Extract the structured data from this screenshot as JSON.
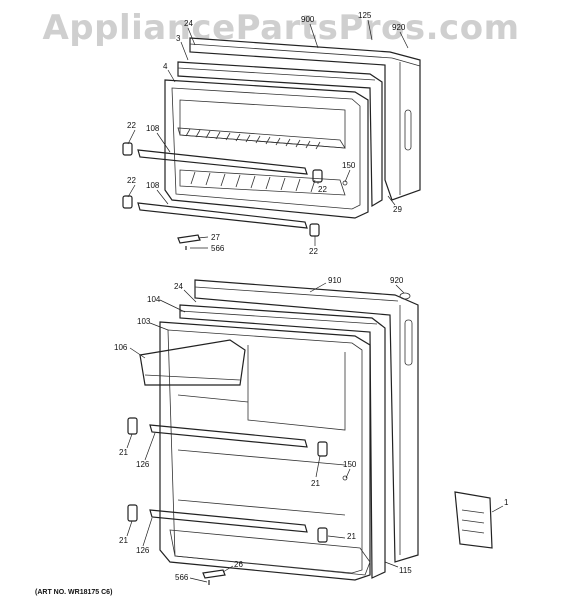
{
  "watermark": "AppliancePartsPros.com",
  "art_number": "(ART NO. WR18175 C6)",
  "callouts": {
    "c24a": "24",
    "c900": "900",
    "c125": "125",
    "c920a": "920",
    "c3": "3",
    "c4": "4",
    "c22a": "22",
    "c108a": "108",
    "c150a": "150",
    "c22b": "22",
    "c22c": "22",
    "c108b": "108",
    "c29": "29",
    "c22d": "22",
    "c27": "27",
    "c566a": "566",
    "c910": "910",
    "c920b": "920",
    "c24b": "24",
    "c104": "104",
    "c103": "103",
    "c106": "106",
    "c21a": "21",
    "c126a": "126",
    "c150b": "150",
    "c21b": "21",
    "c21c": "21",
    "c126b": "126",
    "c21d": "21",
    "c1": "1",
    "c115": "115",
    "c26": "26",
    "c566b": "566"
  }
}
